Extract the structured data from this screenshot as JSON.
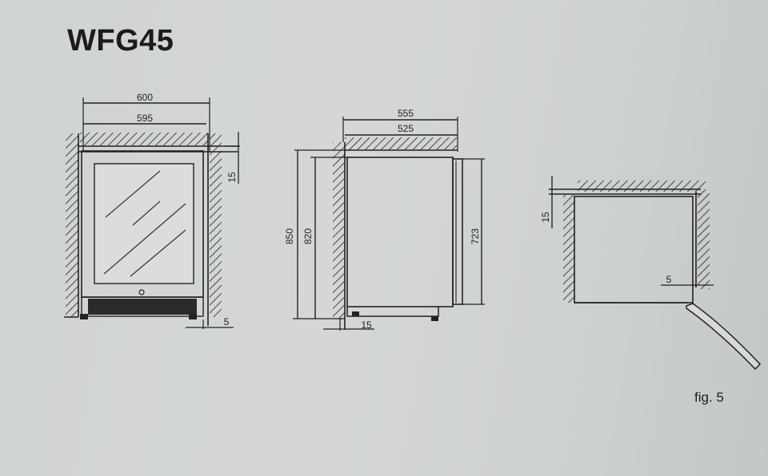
{
  "title": "WFG45",
  "figure_label": "fig. 5",
  "dimensions": {
    "front_outer_width": "600",
    "front_cabinet_width": "595",
    "front_top_gap": "15",
    "front_side_gap": "5",
    "side_outer_depth": "555",
    "side_cabinet_depth": "525",
    "side_niche_height": "850",
    "side_cabinet_height": "820",
    "side_door_height": "723",
    "side_bottom_gap": "15",
    "top_view_gap": "15",
    "top_view_side_gap": "5"
  },
  "colors": {
    "ink": "#222222",
    "paper": "#d2d5d3",
    "glass": "#dadddb"
  }
}
